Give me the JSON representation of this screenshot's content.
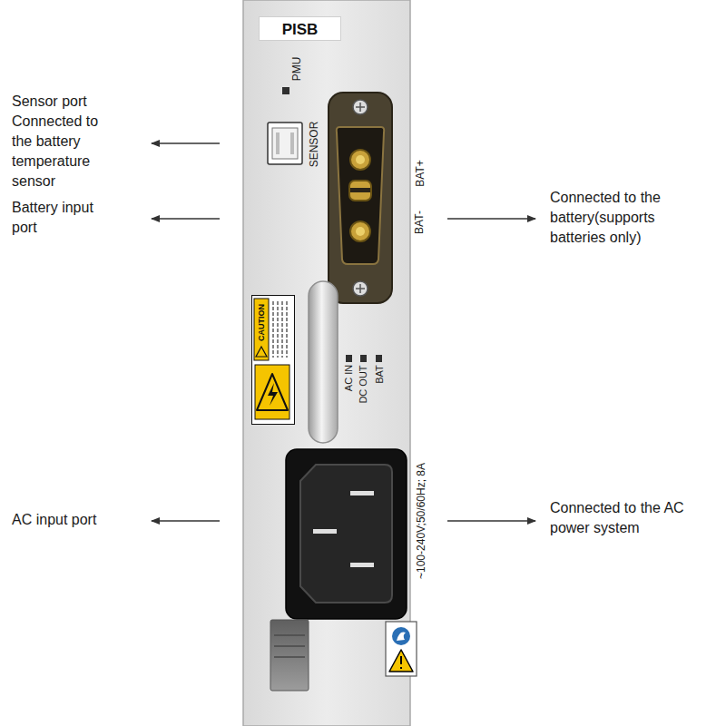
{
  "diagram": {
    "nodes": [
      {
        "text": [
          "PISB"
        ]
      },
      {
        "text": [
          "CAUTION"
        ]
      }
    ],
    "labels": [
      "Sensor port Connected to the battery temperature sensor",
      "Battery input port",
      "AC input port",
      "Connected to the battery(supports batteries only)",
      "Connected to the AC power system",
      "PMU",
      "SENSOR",
      "BAT+",
      "BAT-",
      "AC IN",
      "DC OUT",
      "BAT",
      "~100-240V;50/60Hz; 8A"
    ]
  }
}
